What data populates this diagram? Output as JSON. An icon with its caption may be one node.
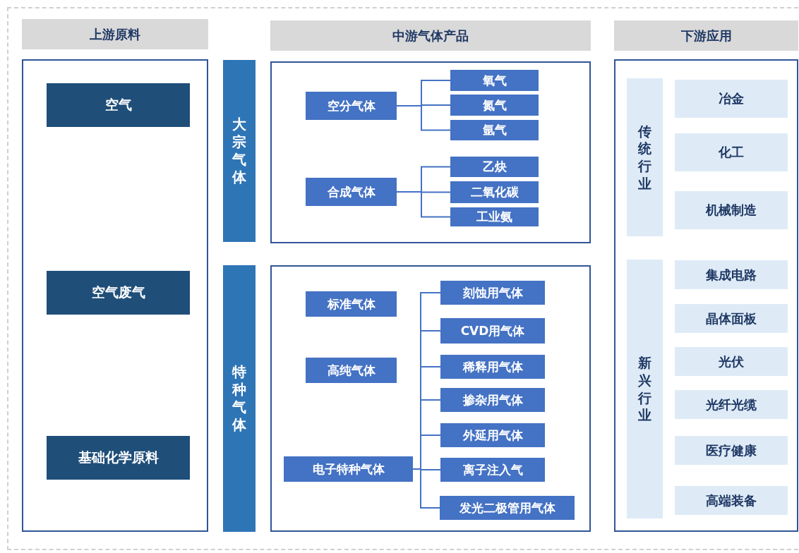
{
  "diagram": {
    "nodes": [
      {
        "text": [
          "上游原料"
        ]
      },
      {
        "text": [
          "中游气体产品"
        ]
      },
      {
        "text": [
          "下游应用"
        ]
      },
      {
        "text": [],
        "shape": "box"
      },
      {
        "text": [
          "空气"
        ],
        "in": 3
      },
      {
        "text": [
          "空气废气"
        ],
        "in": 3
      },
      {
        "text": [
          "基础化学原料"
        ],
        "in": 3
      },
      {
        "text": [
          "大宗气体"
        ]
      },
      {
        "text": [],
        "shape": "box"
      },
      {
        "text": [
          "空分气体"
        ],
        "in": 8
      },
      {
        "text": [
          "氧气"
        ],
        "in": 8
      },
      {
        "text": [
          "氮气"
        ],
        "in": 8
      },
      {
        "text": [
          "氩气"
        ],
        "in": 8
      },
      {
        "text": [
          "合成气体"
        ],
        "in": 8
      },
      {
        "text": [
          "乙炔"
        ],
        "in": 8
      },
      {
        "text": [
          "二氧化碳"
        ],
        "in": 8
      },
      {
        "text": [
          "工业氨"
        ],
        "in": 8
      },
      {
        "text": [
          "特种气体"
        ]
      },
      {
        "text": [],
        "shape": "box"
      },
      {
        "text": [
          "标准气体"
        ],
        "in": 18
      },
      {
        "text": [
          "高纯气体"
        ],
        "in": 18
      },
      {
        "text": [
          "电子特种气体"
        ],
        "in": 18
      },
      {
        "text": [
          "刻蚀用气体"
        ],
        "in": 18
      },
      {
        "text": [
          "CVD用气体"
        ],
        "in": 18
      },
      {
        "text": [
          "稀释用气体"
        ],
        "in": 18
      },
      {
        "text": [
          "掺杂用气体"
        ],
        "in": 18
      },
      {
        "text": [
          "外延用气体"
        ],
        "in": 18
      },
      {
        "text": [
          "离子注入气"
        ],
        "in": 18
      },
      {
        "text": [
          "发光二极管用气体"
        ],
        "in": 18
      },
      {
        "text": [],
        "shape": "box"
      },
      {
        "text": [
          "传统行业"
        ],
        "in": 29
      },
      {
        "text": [
          "冶金"
        ],
        "in": 29
      },
      {
        "text": [
          "化工"
        ],
        "in": 29
      },
      {
        "text": [
          "机械制造"
        ],
        "in": 29
      },
      {
        "text": [
          "新兴行业"
        ],
        "in": 29
      },
      {
        "text": [
          "集成电路"
        ],
        "in": 29
      },
      {
        "text": [
          "晶体面板"
        ],
        "in": 29
      },
      {
        "text": [
          "光伏"
        ],
        "in": 29
      },
      {
        "text": [
          "光纤光缆"
        ],
        "in": 29
      },
      {
        "text": [
          "医疗健康"
        ],
        "in": 29
      },
      {
        "text": [
          "高端装备"
        ],
        "in": 29
      }
    ],
    "edges": [
      {
        "from": 9,
        "to": 10,
        "arrow": "none"
      },
      {
        "from": 9,
        "to": 11,
        "arrow": "none"
      },
      {
        "from": 9,
        "to": 12,
        "arrow": "none"
      },
      {
        "from": 13,
        "to": 14,
        "arrow": "none"
      },
      {
        "from": 13,
        "to": 15,
        "arrow": "none"
      },
      {
        "from": 13,
        "to": 16,
        "arrow": "none"
      },
      {
        "from": 21,
        "to": 22,
        "arrow": "none"
      },
      {
        "from": 21,
        "to": 23,
        "arrow": "none"
      },
      {
        "from": 21,
        "to": 24,
        "arrow": "none"
      },
      {
        "from": 21,
        "to": 25,
        "arrow": "none"
      },
      {
        "from": 21,
        "to": 26,
        "arrow": "none"
      },
      {
        "from": 21,
        "to": 27,
        "arrow": "none"
      },
      {
        "from": 21,
        "to": 28,
        "arrow": "none"
      }
    ]
  }
}
